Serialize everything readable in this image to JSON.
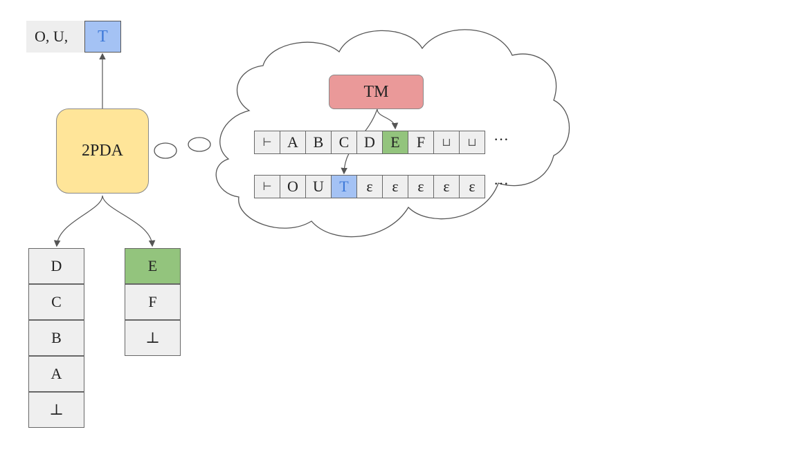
{
  "output": {
    "text": "O,  U,",
    "cell": "T"
  },
  "pda": {
    "label": "2PDA"
  },
  "stack_left": [
    "D",
    "C",
    "B",
    "A",
    "⊥"
  ],
  "stack_right": [
    "E",
    "F",
    "⊥"
  ],
  "tm": {
    "label": "TM"
  },
  "tape_top": [
    "⊢",
    "A",
    "B",
    "C",
    "D",
    "E",
    "F",
    "⊔",
    "⊔"
  ],
  "tape_bottom": [
    "⊢",
    "O",
    "U",
    "T",
    "ε",
    "ε",
    "ε",
    "ε",
    "ε"
  ],
  "ellipsis": "···",
  "colors": {
    "pda": "#ffe599",
    "tm": "#ea9999",
    "highlight_green": "#93c47d",
    "highlight_blue": "#a4c2f4",
    "blue_text": "#3c78d8",
    "cell": "#efefef"
  }
}
